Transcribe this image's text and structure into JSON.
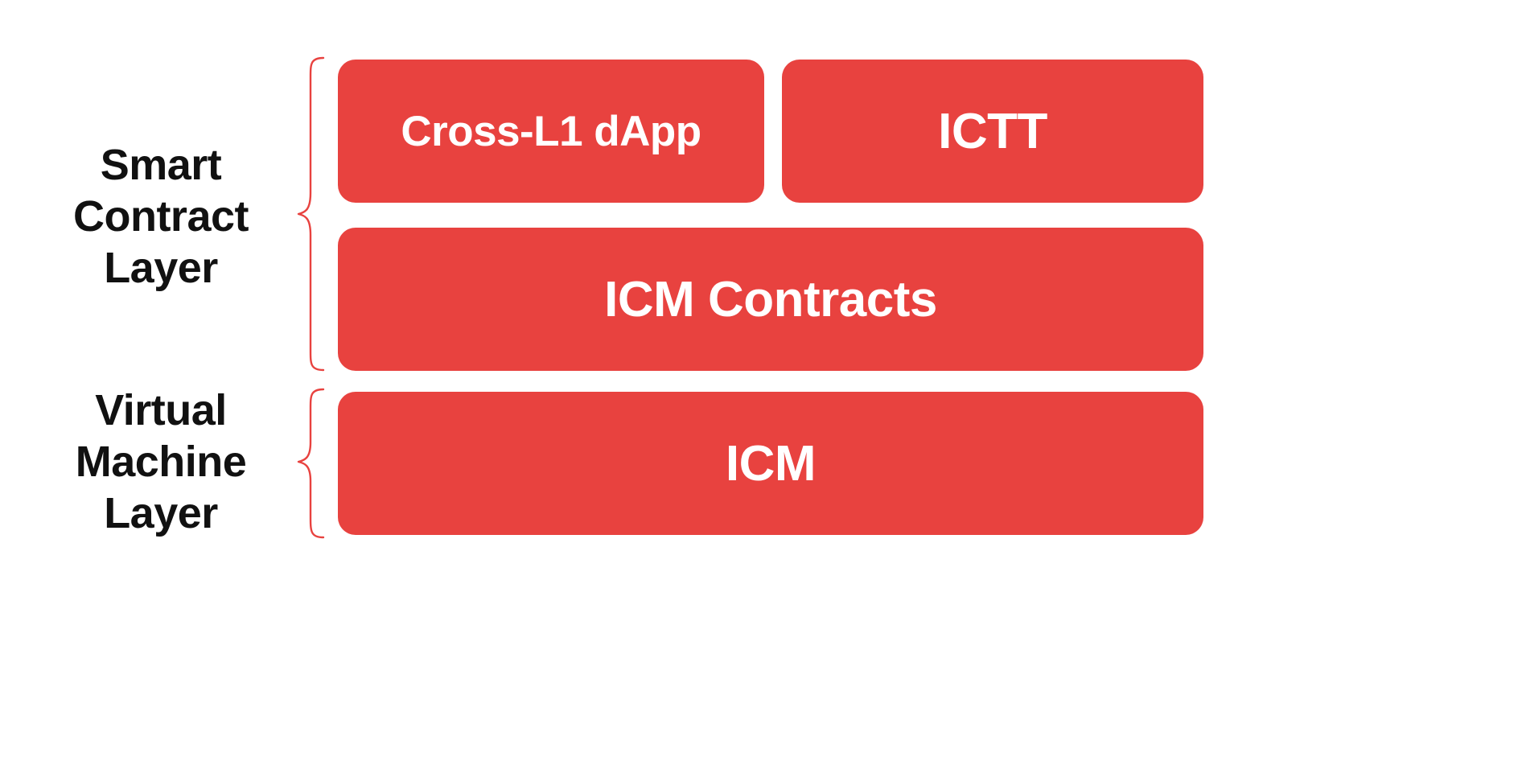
{
  "diagram": {
    "type": "layered-architecture",
    "background_color": "#FFFFFF",
    "box_color": "#E8423F",
    "box_text_color": "#FFFFFF",
    "label_text_color": "#111111",
    "brace_color": "#E8423F",
    "groups": [
      {
        "id": "smart-contract-layer",
        "label_lines": [
          "Smart",
          "Contract",
          "Layer"
        ],
        "nodes": [
          "Cross-L1 dApp",
          "ICTT",
          "ICM Contracts"
        ]
      },
      {
        "id": "virtual-machine-layer",
        "label_lines": [
          "Virtual",
          "Machine",
          "Layer"
        ],
        "nodes": [
          "ICM"
        ]
      }
    ],
    "rows": [
      {
        "id": "row-applications",
        "boxes": [
          {
            "id": "cross-l1-dapp",
            "label": "Cross-L1 dApp"
          },
          {
            "id": "ictt",
            "label": "ICTT"
          }
        ]
      },
      {
        "id": "row-icm-contracts",
        "boxes": [
          {
            "id": "icm-contracts",
            "label": "ICM Contracts"
          }
        ]
      },
      {
        "id": "row-icm",
        "boxes": [
          {
            "id": "icm",
            "label": "ICM"
          }
        ]
      }
    ]
  }
}
